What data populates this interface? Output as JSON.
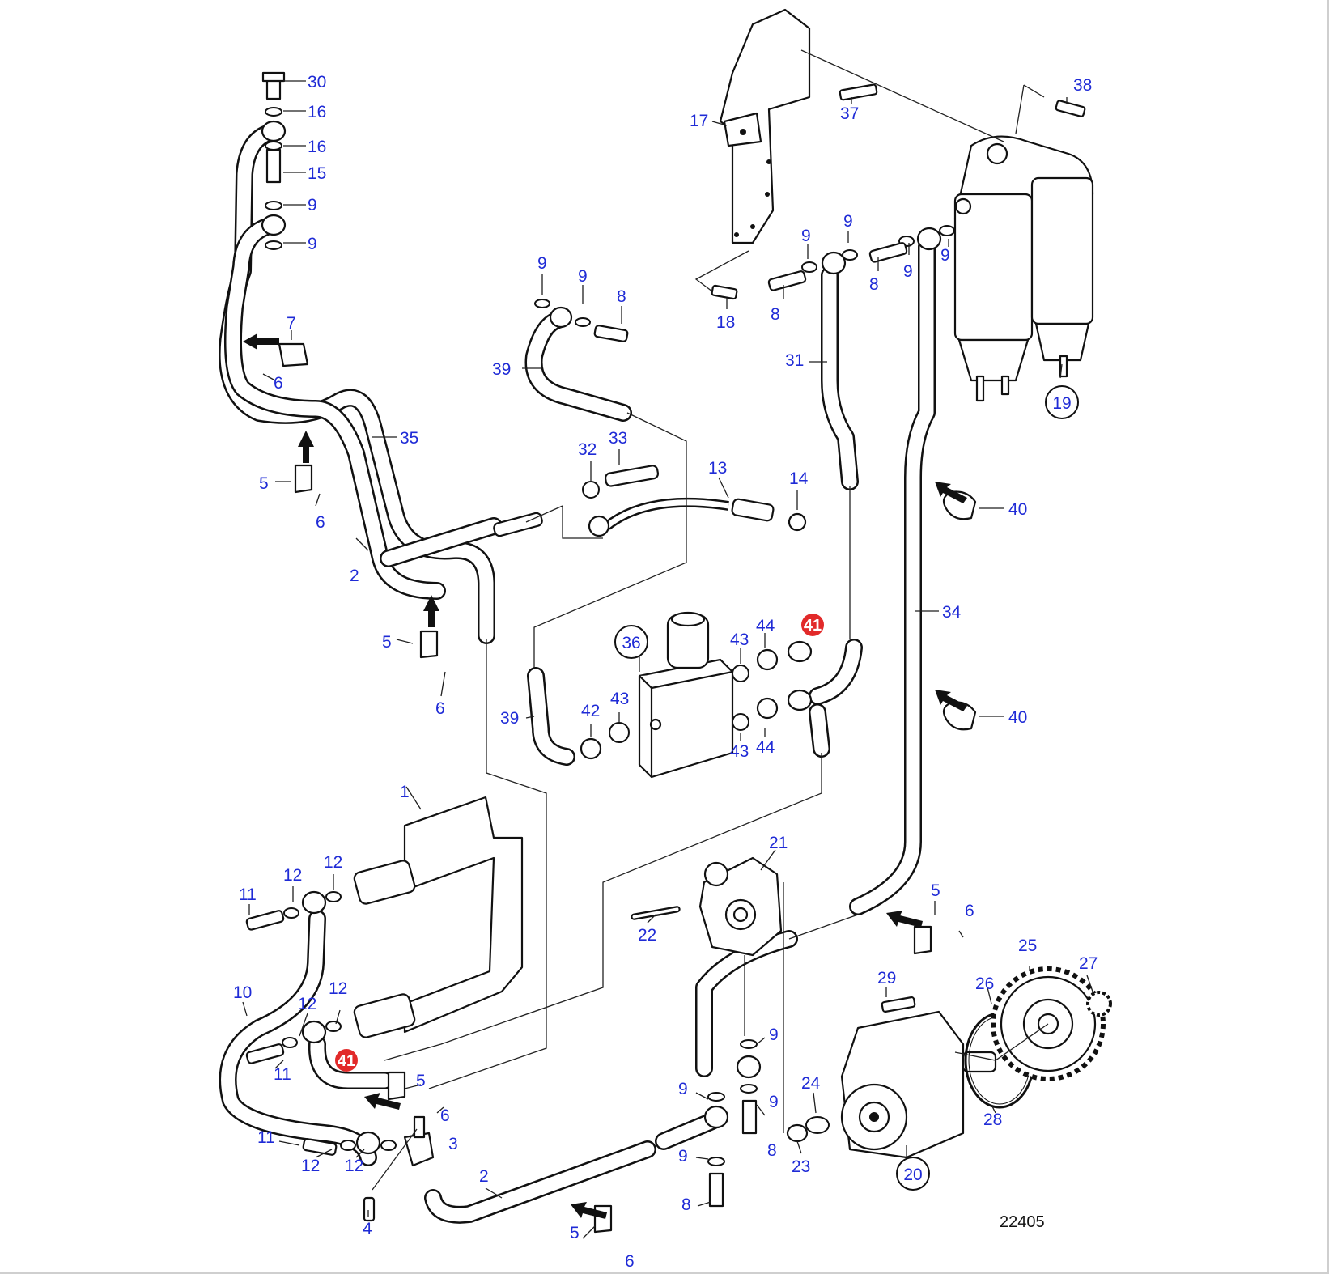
{
  "diagram_number": "22405",
  "callouts": [
    {
      "id": "c30",
      "text": "30"
    },
    {
      "id": "c16a",
      "text": "16"
    },
    {
      "id": "c16b",
      "text": "16"
    },
    {
      "id": "c15",
      "text": "15"
    },
    {
      "id": "c9a",
      "text": "9"
    },
    {
      "id": "c9b",
      "text": "9"
    },
    {
      "id": "c7",
      "text": "7"
    },
    {
      "id": "c6a",
      "text": "6"
    },
    {
      "id": "c35",
      "text": "35"
    },
    {
      "id": "c5a",
      "text": "5"
    },
    {
      "id": "c6b",
      "text": "6"
    },
    {
      "id": "c2a",
      "text": "2"
    },
    {
      "id": "c5b",
      "text": "5"
    },
    {
      "id": "c6c",
      "text": "6"
    },
    {
      "id": "c9c",
      "text": "9"
    },
    {
      "id": "c9d",
      "text": "9"
    },
    {
      "id": "c8a",
      "text": "8"
    },
    {
      "id": "c39a",
      "text": "39"
    },
    {
      "id": "c32",
      "text": "32"
    },
    {
      "id": "c33",
      "text": "33"
    },
    {
      "id": "c13",
      "text": "13"
    },
    {
      "id": "c14",
      "text": "14"
    },
    {
      "id": "c17",
      "text": "17"
    },
    {
      "id": "c37",
      "text": "37"
    },
    {
      "id": "c18",
      "text": "18"
    },
    {
      "id": "c9e",
      "text": "9"
    },
    {
      "id": "c9f",
      "text": "9"
    },
    {
      "id": "c8b",
      "text": "8"
    },
    {
      "id": "c8c",
      "text": "8"
    },
    {
      "id": "c9g",
      "text": "9"
    },
    {
      "id": "c9h",
      "text": "9"
    },
    {
      "id": "c38",
      "text": "38"
    },
    {
      "id": "c31",
      "text": "31"
    },
    {
      "id": "c40a",
      "text": "40"
    },
    {
      "id": "c34",
      "text": "34"
    },
    {
      "id": "c40b",
      "text": "40"
    },
    {
      "id": "c43a",
      "text": "43"
    },
    {
      "id": "c44a",
      "text": "44"
    },
    {
      "id": "c39b",
      "text": "39"
    },
    {
      "id": "c42",
      "text": "42"
    },
    {
      "id": "c43b",
      "text": "43"
    },
    {
      "id": "c43c",
      "text": "43"
    },
    {
      "id": "c44b",
      "text": "44"
    },
    {
      "id": "c1",
      "text": "1"
    },
    {
      "id": "c21",
      "text": "21"
    },
    {
      "id": "c22",
      "text": "22"
    },
    {
      "id": "c11a",
      "text": "11"
    },
    {
      "id": "c12a",
      "text": "12"
    },
    {
      "id": "c12b",
      "text": "12"
    },
    {
      "id": "c10",
      "text": "10"
    },
    {
      "id": "c12c",
      "text": "12"
    },
    {
      "id": "c12d",
      "text": "12"
    },
    {
      "id": "c11b",
      "text": "11"
    },
    {
      "id": "c5c",
      "text": "5"
    },
    {
      "id": "c6d",
      "text": "6"
    },
    {
      "id": "c11c",
      "text": "11"
    },
    {
      "id": "c3",
      "text": "3"
    },
    {
      "id": "c12e",
      "text": "12"
    },
    {
      "id": "c12f",
      "text": "12"
    },
    {
      "id": "c4",
      "text": "4"
    },
    {
      "id": "c2b",
      "text": "2"
    },
    {
      "id": "c5d",
      "text": "5"
    },
    {
      "id": "c6e",
      "text": "6"
    },
    {
      "id": "c5e",
      "text": "5"
    },
    {
      "id": "c6f",
      "text": "6"
    },
    {
      "id": "c29",
      "text": "29"
    },
    {
      "id": "c26",
      "text": "26"
    },
    {
      "id": "c25",
      "text": "25"
    },
    {
      "id": "c27",
      "text": "27"
    },
    {
      "id": "c9i",
      "text": "9"
    },
    {
      "id": "c9j",
      "text": "9"
    },
    {
      "id": "c9k",
      "text": "9"
    },
    {
      "id": "c9l",
      "text": "9"
    },
    {
      "id": "c8d",
      "text": "8"
    },
    {
      "id": "c8e",
      "text": "8"
    },
    {
      "id": "c24",
      "text": "24"
    },
    {
      "id": "c23",
      "text": "23"
    },
    {
      "id": "c28",
      "text": "28"
    }
  ],
  "circled_callouts": [
    {
      "id": "k19",
      "text": "19"
    },
    {
      "id": "k36",
      "text": "36"
    },
    {
      "id": "k20",
      "text": "20"
    }
  ],
  "badge_callouts": [
    {
      "id": "b41a",
      "text": "41"
    },
    {
      "id": "b41b",
      "text": "41"
    }
  ]
}
